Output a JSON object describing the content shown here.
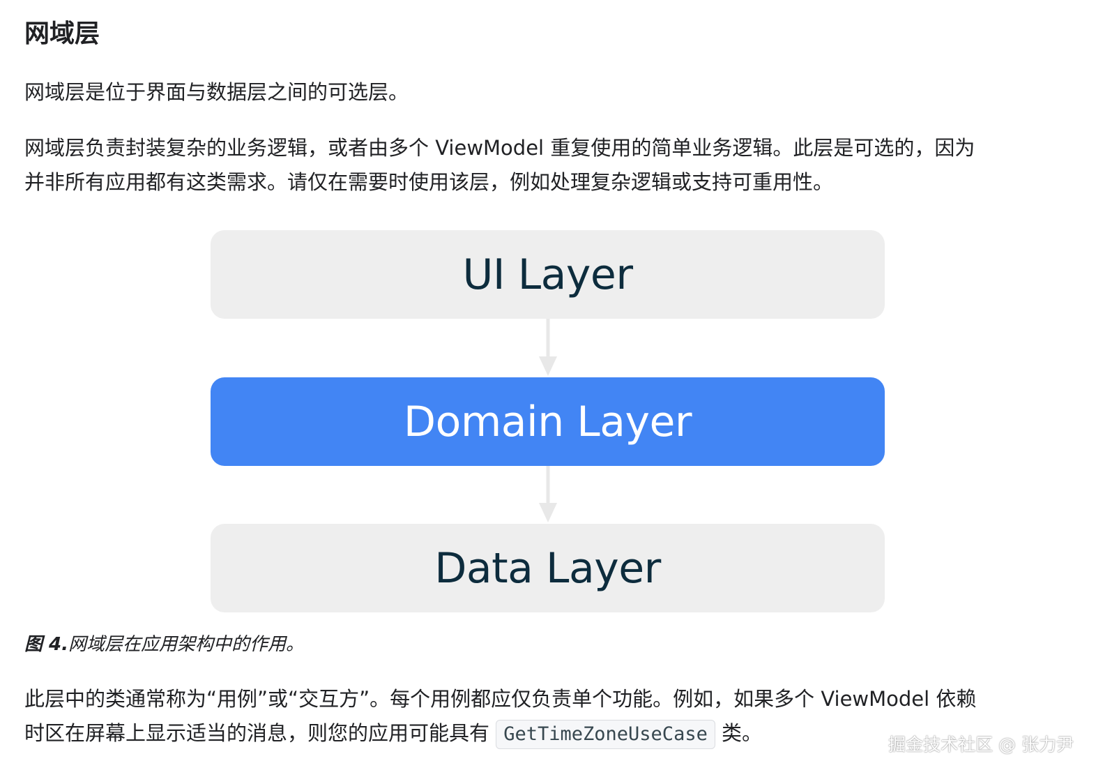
{
  "heading": "网域层",
  "paragraph1": "网域层是位于界面与数据层之间的可选层。",
  "paragraph2": {
    "line1": "网域层负责封装复杂的业务逻辑，或者由多个 ViewModel 重复使用的简单业务逻辑。此层是可选的，因为",
    "line2": "并非所有应用都有这类需求。请仅在需要时使用该层，例如处理复杂逻辑或支持可重用性。"
  },
  "diagram": {
    "layers": [
      {
        "label": "UI Layer",
        "color": "#eeeeee",
        "text_color": "#0d2c3d"
      },
      {
        "label": "Domain Layer",
        "color": "#4285f4",
        "text_color": "#ffffff"
      },
      {
        "label": "Data Layer",
        "color": "#eeeeee",
        "text_color": "#0d2c3d"
      }
    ],
    "arrow_color": "#e8e8e8"
  },
  "caption": {
    "prefix": "图 4.",
    "text": "网域层在应用架构中的作用。"
  },
  "paragraph3": {
    "line1": "此层中的类通常称为“用例”或“交互方”。每个用例都应仅负责单个功能。例如，如果多个 ViewModel 依赖",
    "line2_before": "时区在屏幕上显示适当的消息，则您的应用可能具有 ",
    "code": "GetTimeZoneUseCase",
    "line2_after": " 类。"
  },
  "watermark": "掘金技术社区 @ 张力尹"
}
